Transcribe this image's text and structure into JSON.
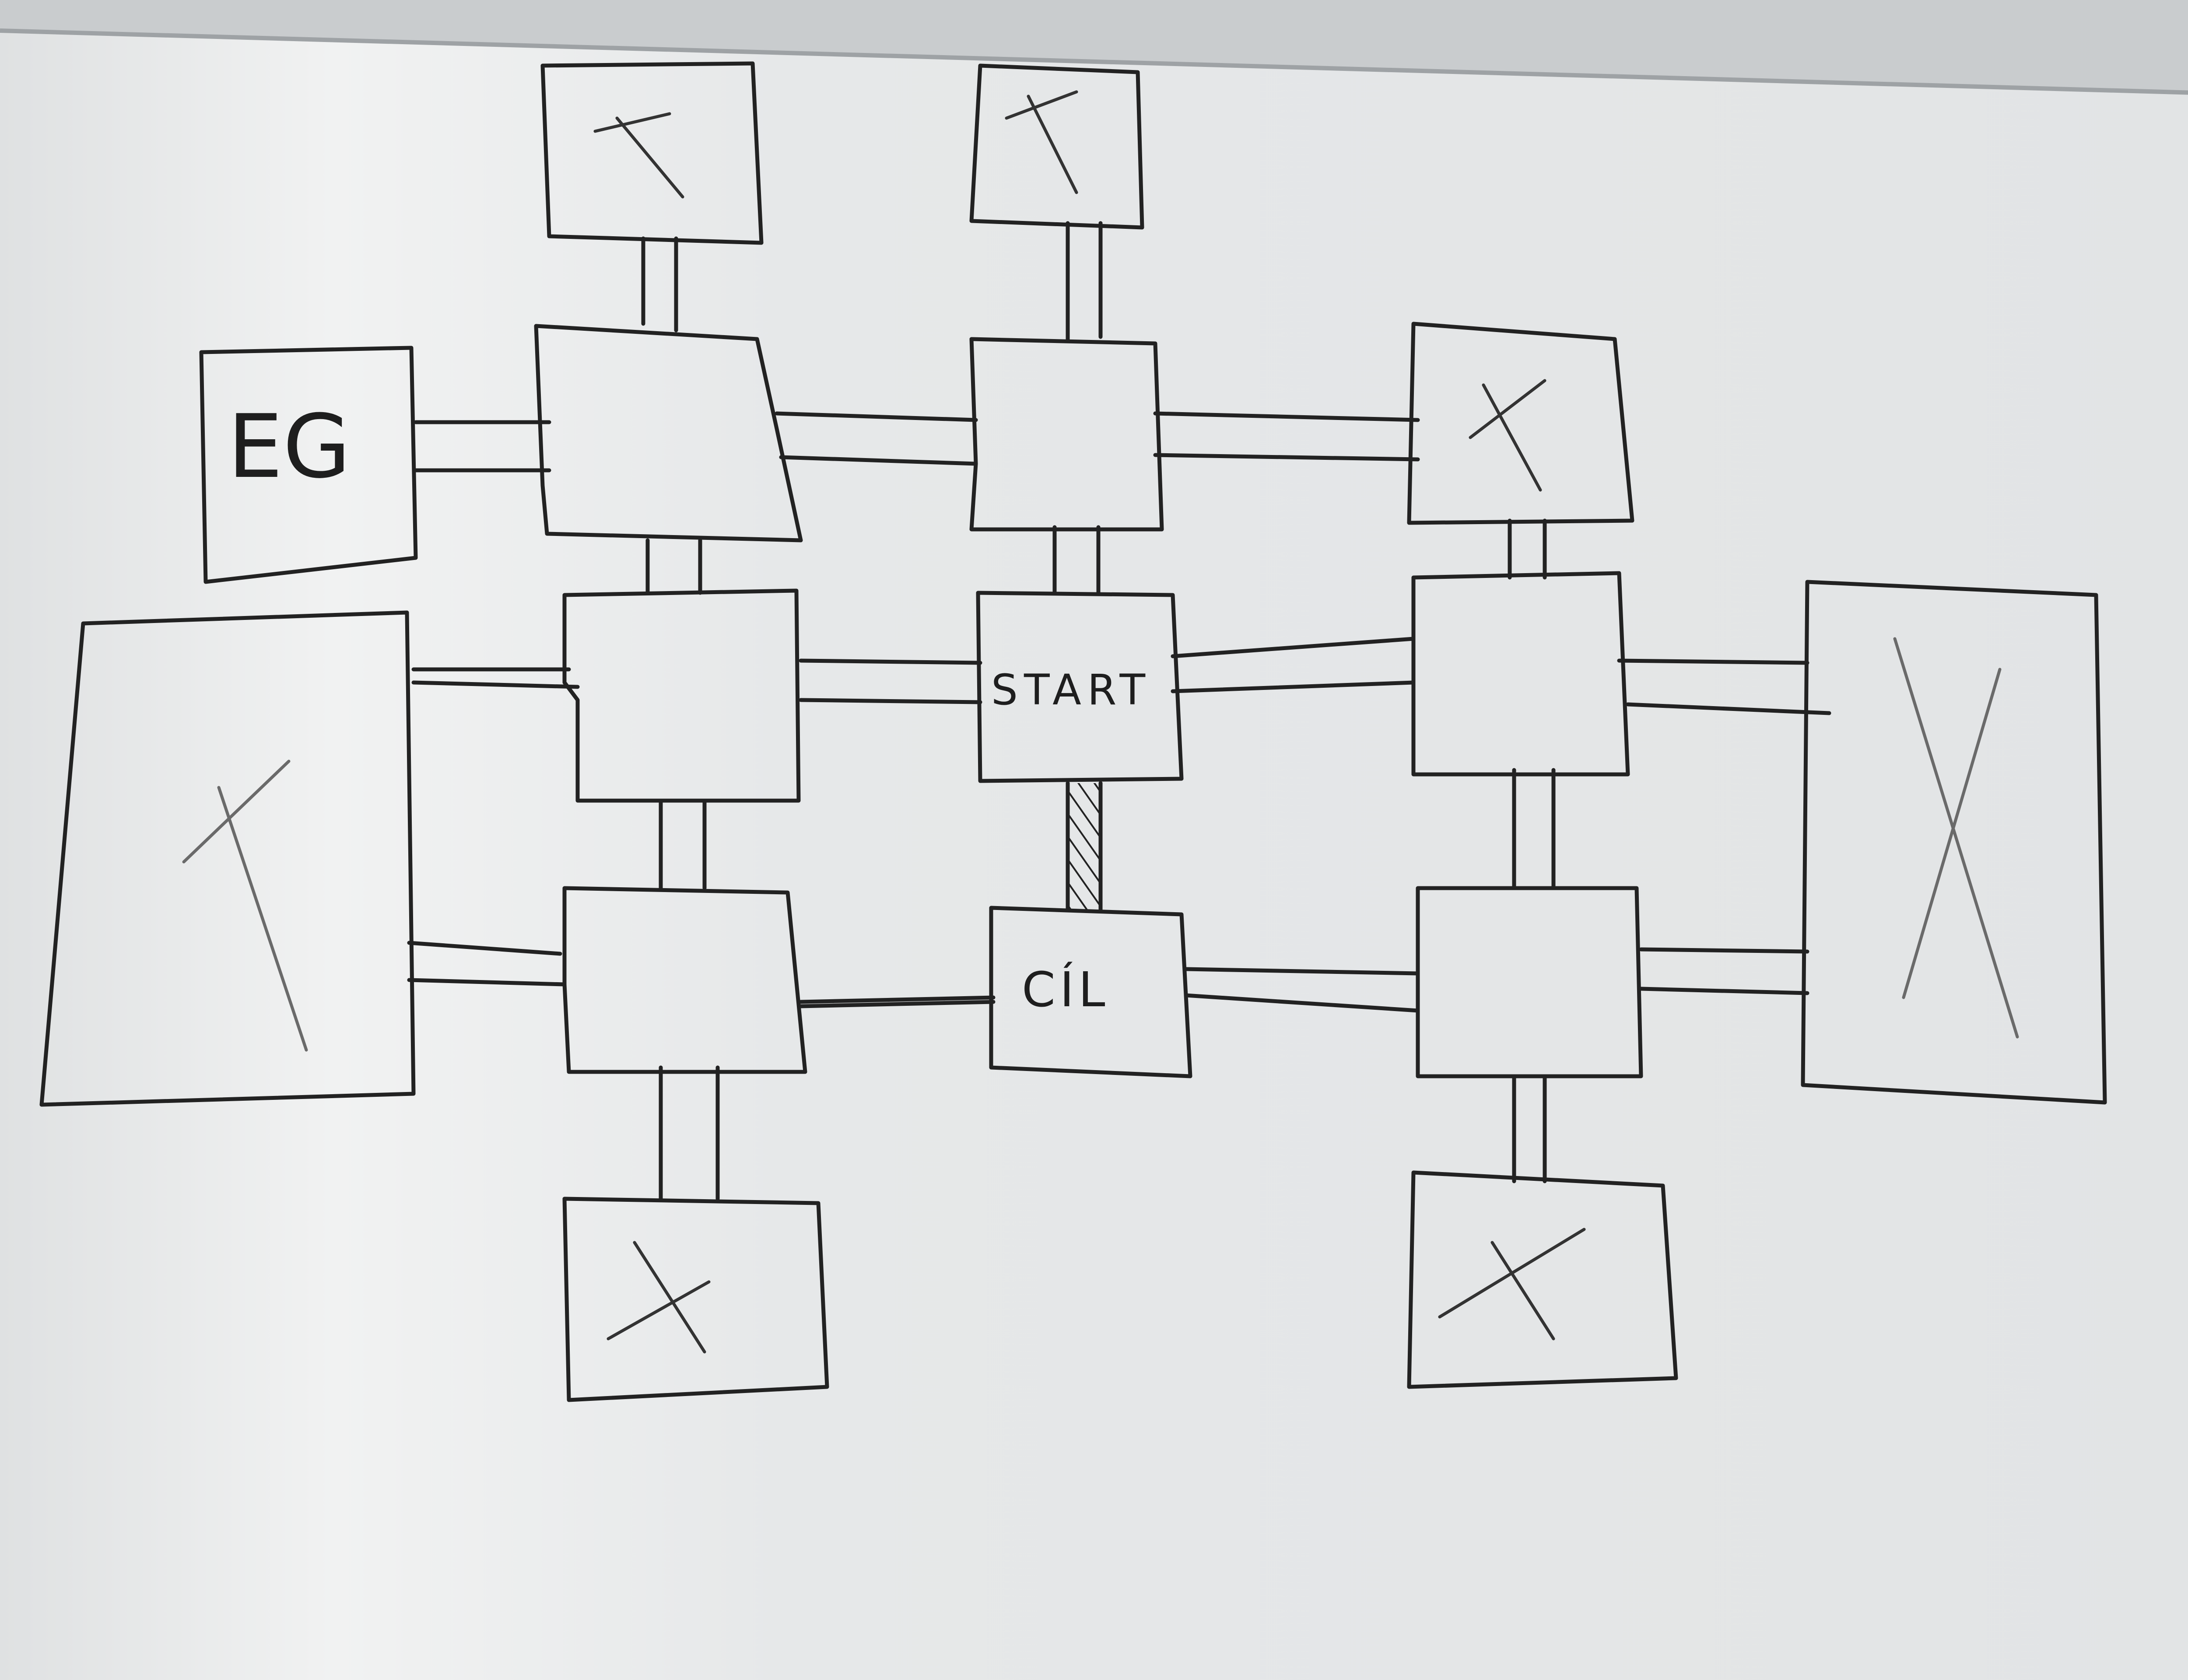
{
  "diagram": {
    "labels": {
      "eg": "EG",
      "start": "START",
      "cil": "CÍL"
    },
    "blocked_mark": "X",
    "colors": {
      "board": "#e9ebec",
      "ink": "#222222",
      "faint_ink": "#6a6a6a",
      "frame": "#bfc3c6"
    }
  }
}
